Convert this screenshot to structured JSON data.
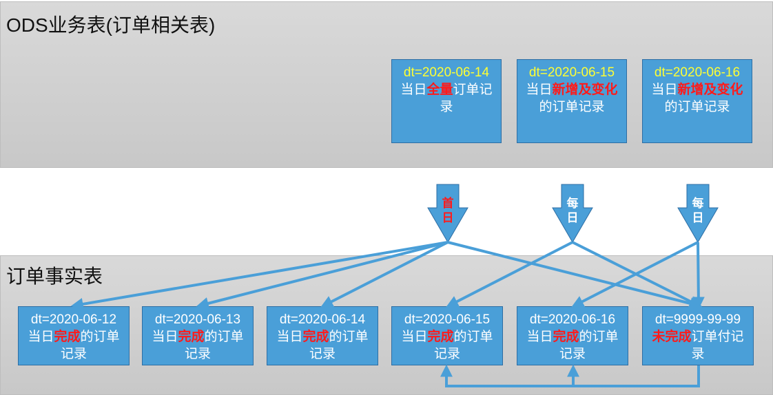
{
  "ods": {
    "title": "ODS业务表(订单相关表)",
    "boxes": [
      {
        "dt": "dt=2020-06-14",
        "pre": "当日",
        "hl": "全量",
        "post": "订单记录"
      },
      {
        "dt": "dt=2020-06-15",
        "pre": "当日",
        "hl": "新增及变化",
        "post": "的订单记录"
      },
      {
        "dt": "dt=2020-06-16",
        "pre": "当日",
        "hl": "新增及变化",
        "post": "的订单记录"
      }
    ]
  },
  "arrows": [
    {
      "text": "首日",
      "color": "#ff1a1a"
    },
    {
      "text": "每日",
      "color": "#ffffff"
    },
    {
      "text": "每日",
      "color": "#ffffff"
    }
  ],
  "fact": {
    "title": "订单事实表",
    "boxes": [
      {
        "dt": "dt=2020-06-12",
        "pre": "当日",
        "hl": "完成",
        "post": "的订单记录"
      },
      {
        "dt": "dt=2020-06-13",
        "pre": "当日",
        "hl": "完成",
        "post": "的订单记录"
      },
      {
        "dt": "dt=2020-06-14",
        "pre": "当日",
        "hl": "完成",
        "post": "的订单记录"
      },
      {
        "dt": "dt=2020-06-15",
        "pre": "当日",
        "hl": "完成",
        "post": "的订单记录"
      },
      {
        "dt": "dt=2020-06-16",
        "pre": "当日",
        "hl": "完成",
        "post": "的订单记录"
      },
      {
        "dt": "dt=9999-99-99",
        "pre": "",
        "hl": "未完成",
        "post": "订单付记录"
      }
    ]
  },
  "colors": {
    "box_fill": "#4a9fd8",
    "arrow": "#4a9fd8",
    "highlight": "#ff1a1a",
    "date_yellow": "#ffff33"
  }
}
